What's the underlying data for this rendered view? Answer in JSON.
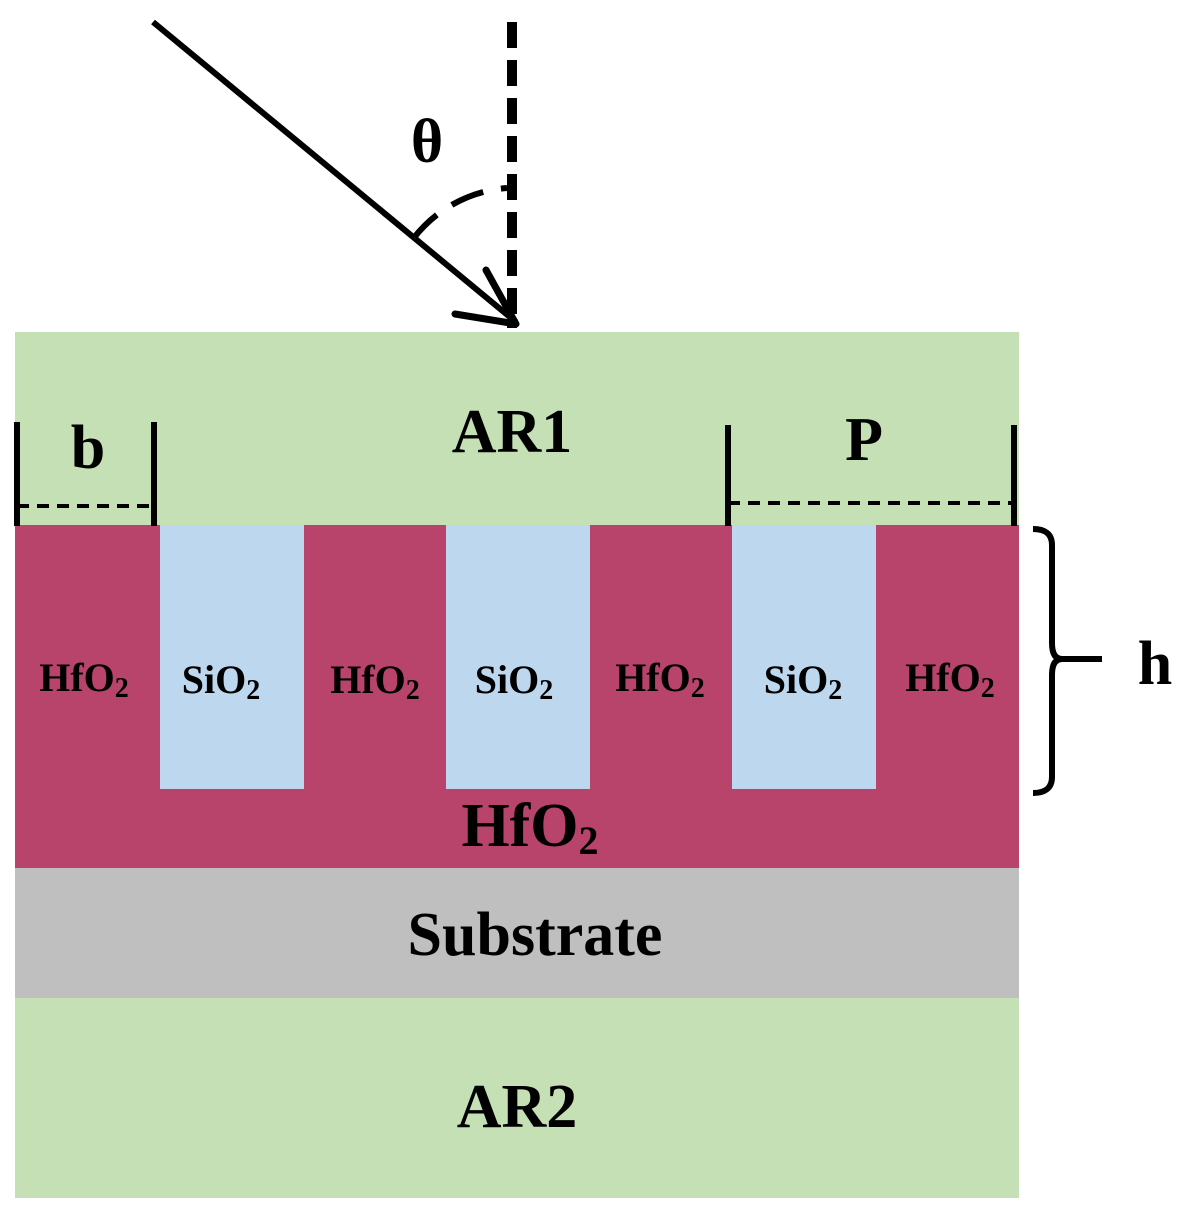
{
  "colors": {
    "ambient": "#c5e0b4",
    "hfo2": "#b9446b",
    "sio2": "#bdd7ee",
    "substrate": "#bfbfbf",
    "line": "#000000"
  },
  "labels": {
    "theta": "θ",
    "ar1": "AR1",
    "ar2": "AR2",
    "b": "b",
    "p": "P",
    "h": "h",
    "substrate": "Substrate",
    "hfo2_base": "HfO",
    "hfo2_sub": "2",
    "sio2_base": "SiO",
    "sio2_sub": "2"
  }
}
